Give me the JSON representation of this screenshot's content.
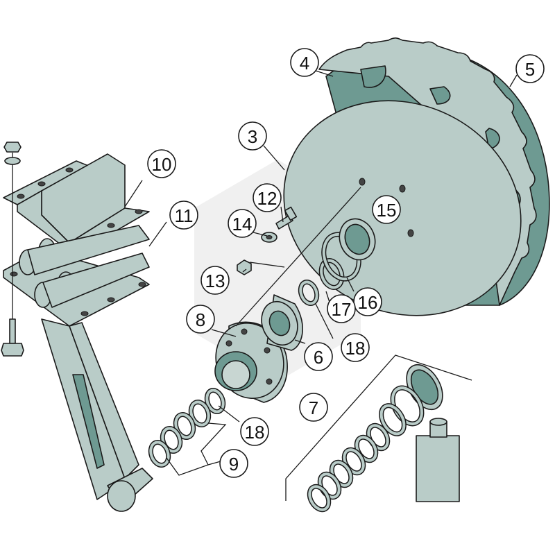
{
  "callouts": [
    {
      "id": "3",
      "label": "3"
    },
    {
      "id": "4",
      "label": "4"
    },
    {
      "id": "5",
      "label": "5"
    },
    {
      "id": "6",
      "label": "6"
    },
    {
      "id": "7",
      "label": "7"
    },
    {
      "id": "8",
      "label": "8"
    },
    {
      "id": "9",
      "label": "9"
    },
    {
      "id": "10",
      "label": "10"
    },
    {
      "id": "11",
      "label": "11"
    },
    {
      "id": "12",
      "label": "12"
    },
    {
      "id": "13",
      "label": "13"
    },
    {
      "id": "14",
      "label": "14"
    },
    {
      "id": "15",
      "label": "15"
    },
    {
      "id": "16",
      "label": "16"
    },
    {
      "id": "17",
      "label": "17"
    },
    {
      "id": "18a",
      "label": "18"
    },
    {
      "id": "18b",
      "label": "18"
    }
  ],
  "colors": {
    "part_fill": "#b9ccc8",
    "part_dark": "#6e9a92",
    "outline": "#1a1a1a"
  }
}
